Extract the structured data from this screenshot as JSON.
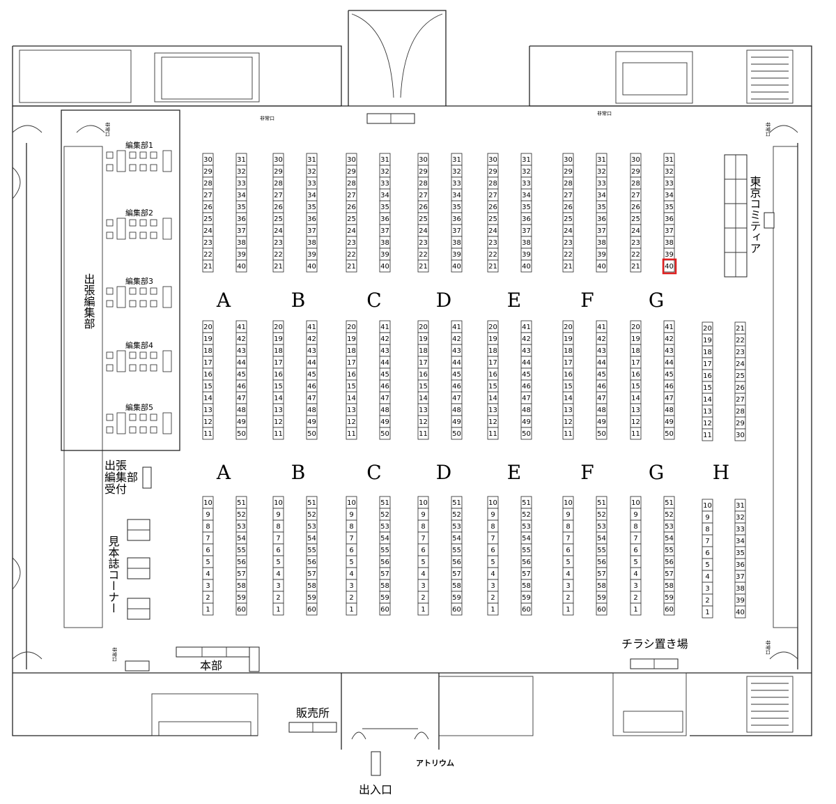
{
  "labels": {
    "editorial_offices": [
      "編集部1",
      "編集部2",
      "編集部3",
      "編集部4",
      "編集部5"
    ],
    "branch_editorial": "出張編集部",
    "reception": [
      "出張",
      "編集部",
      "受付"
    ],
    "sample_corner": "見本誌コーナー",
    "headquarters": "本部",
    "shop": "販売所",
    "entrance": "出入口",
    "atrium": "アトリウム",
    "flyer_area": "チラシ置き場",
    "tokyo_comitia": "東京コミティア",
    "emergency_exit": "非常口"
  },
  "row_letters_upper": [
    "A",
    "B",
    "C",
    "D",
    "E",
    "F",
    "G"
  ],
  "row_letters_lower": [
    "A",
    "B",
    "C",
    "D",
    "E",
    "F",
    "G",
    "H"
  ],
  "highlighted_booth": {
    "row": "G",
    "number": "40",
    "color": "#e02020"
  },
  "booths": {
    "top_left": [
      "30",
      "29",
      "28",
      "27",
      "26",
      "25",
      "24",
      "23",
      "22",
      "21"
    ],
    "top_right": [
      "31",
      "32",
      "33",
      "34",
      "35",
      "36",
      "37",
      "38",
      "39",
      "40"
    ],
    "mid_left": [
      "20",
      "19",
      "18",
      "17",
      "16",
      "15",
      "14",
      "13",
      "12",
      "11"
    ],
    "mid_right": [
      "41",
      "42",
      "43",
      "44",
      "45",
      "46",
      "47",
      "48",
      "49",
      "50"
    ],
    "mid_h_right": [
      "21",
      "22",
      "23",
      "24",
      "25",
      "26",
      "27",
      "28",
      "29",
      "30"
    ],
    "bot_left": [
      "10",
      "9",
      "8",
      "7",
      "6",
      "5",
      "4",
      "3",
      "2",
      "1"
    ],
    "bot_right": [
      "51",
      "52",
      "53",
      "54",
      "55",
      "56",
      "57",
      "58",
      "59",
      "60"
    ],
    "bot_h_right": [
      "31",
      "32",
      "33",
      "34",
      "35",
      "36",
      "37",
      "38",
      "39",
      "40"
    ]
  }
}
